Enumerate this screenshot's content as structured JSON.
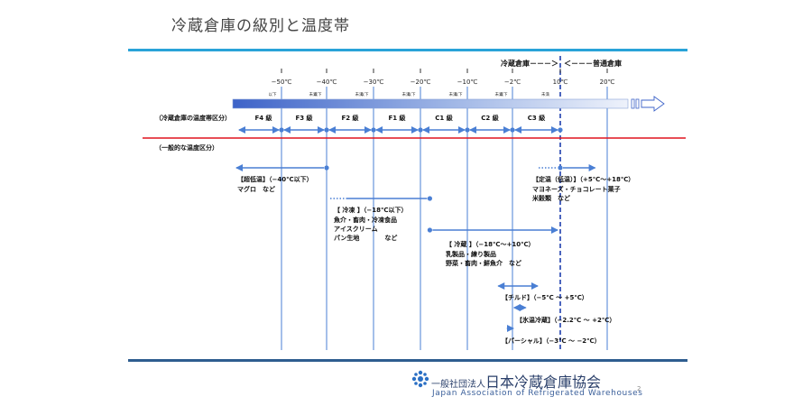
{
  "title": "冷蔵倉庫の級別と温度帯",
  "header": {
    "cold_label": "冷蔵倉庫－－－＞",
    "normal_label": "＜－－－普通倉庫"
  },
  "temperature_ticks": [
    {
      "label": "−50℃",
      "t": -50
    },
    {
      "label": "−40℃",
      "t": -40
    },
    {
      "label": "−30℃",
      "t": -30
    },
    {
      "label": "−20℃",
      "t": -20
    },
    {
      "label": "−10℃",
      "t": -10
    },
    {
      "label": "−2℃",
      "t": -2
    },
    {
      "label": "10℃",
      "t": 10
    },
    {
      "label": "20℃",
      "t": 20
    }
  ],
  "small_tick_labels": [
    {
      "label": "以下",
      "t": -50
    },
    {
      "label": "未満",
      "t": -45
    },
    {
      "label": "以下",
      "t": -40
    },
    {
      "label": "未満",
      "t": -35
    },
    {
      "label": "以下",
      "t": -30
    },
    {
      "label": "未満",
      "t": -25
    },
    {
      "label": "以下",
      "t": -20
    },
    {
      "label": "未満",
      "t": -15
    },
    {
      "label": "以下",
      "t": -10
    },
    {
      "label": "未満",
      "t": -6
    },
    {
      "label": "以下",
      "t": -2
    },
    {
      "label": "未満",
      "t": 4
    }
  ],
  "grade_row_label": "（冷蔵倉庫の温度帯区分）",
  "grades": [
    {
      "label": "F4 級",
      "from": -55,
      "to": -50
    },
    {
      "label": "F3 級",
      "from": -50,
      "to": -40
    },
    {
      "label": "F2 級",
      "from": -40,
      "to": -30
    },
    {
      "label": "F1 級",
      "from": -30,
      "to": -20
    },
    {
      "label": "C1 級",
      "from": -20,
      "to": -10
    },
    {
      "label": "C2 級",
      "from": -10,
      "to": -2
    },
    {
      "label": "C3 級",
      "from": -2,
      "to": 10
    }
  ],
  "general_row_label": "（一般的な温度区分）",
  "categories": [
    {
      "name": "【超低温】（−40℃以下）",
      "detail": [
        "マグロ　など"
      ],
      "from": -60,
      "to": -40,
      "dotted_start": false
    },
    {
      "name": "【 冷凍 】（−18℃以下）",
      "detail": [
        "魚介・畜肉・冷凍食品",
        "アイスクリーム",
        "パン生地　　　　など"
      ],
      "from": -40,
      "to": -18,
      "dotted_start": true
    },
    {
      "name": "【 冷蔵 】（−18℃〜+10℃）",
      "detail": [
        "乳製品・練り製品",
        "野菜・畜肉・鮮魚介　など"
      ],
      "from": -18,
      "to": 10,
      "dotted_start": false
    },
    {
      "name": "【定温（低温）】（+5℃〜+18℃）",
      "detail": [
        "マヨネーズ・チョコレート菓子",
        "米穀類　など"
      ],
      "from": 5,
      "to": 18,
      "dotted_start": true
    },
    {
      "name": "【チルド】（−5℃ 〜 +5℃）",
      "detail": [],
      "from": -5,
      "to": 5,
      "dotted_start": false
    },
    {
      "name": "【氷温冷蔵】（−2.2℃ 〜 +2℃）",
      "detail": [],
      "from": -2.2,
      "to": 2,
      "dotted_start": false
    },
    {
      "name": "【パーシャル】（−3℃ 〜 −2℃）",
      "detail": [],
      "from": -3,
      "to": -2,
      "dotted_start": false
    }
  ],
  "footer": {
    "org_prefix": "一般社団法人",
    "org_name": "日本冷蔵倉庫協会",
    "org_english": "Japan Association of Refrigerated Warehouses",
    "page": "2"
  },
  "colors": {
    "accent_blue": "#4a7fd4",
    "divider_red": "#e0141e",
    "dashed_blue": "#1f3fae"
  }
}
